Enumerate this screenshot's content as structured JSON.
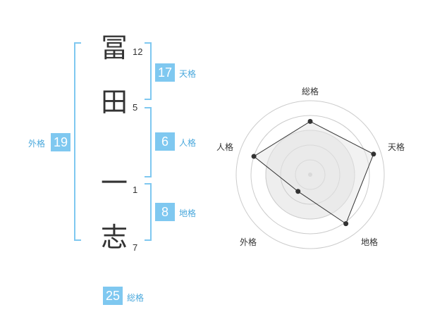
{
  "name": {
    "chars": [
      "冨",
      "田",
      "一",
      "志"
    ],
    "strokes": [
      "12",
      "5",
      "1",
      "7"
    ]
  },
  "fortune": {
    "tenkaku": {
      "value": "17",
      "label": "天格"
    },
    "jinkaku": {
      "value": "6",
      "label": "人格"
    },
    "chikaku": {
      "value": "8",
      "label": "地格"
    },
    "gaikaku": {
      "value": "19",
      "label": "外格"
    },
    "soukaku": {
      "value": "25",
      "label": "総格"
    }
  },
  "colors": {
    "accent": "#7fc8f0",
    "accent_text": "#4aa8dc",
    "text": "#333333"
  },
  "chart_data": {
    "type": "radar",
    "categories": [
      "総格",
      "天格",
      "地格",
      "外格",
      "人格"
    ],
    "values": [
      3.6,
      4.5,
      4.1,
      1.4,
      4.0
    ],
    "rmax": 5,
    "rings": 5
  }
}
